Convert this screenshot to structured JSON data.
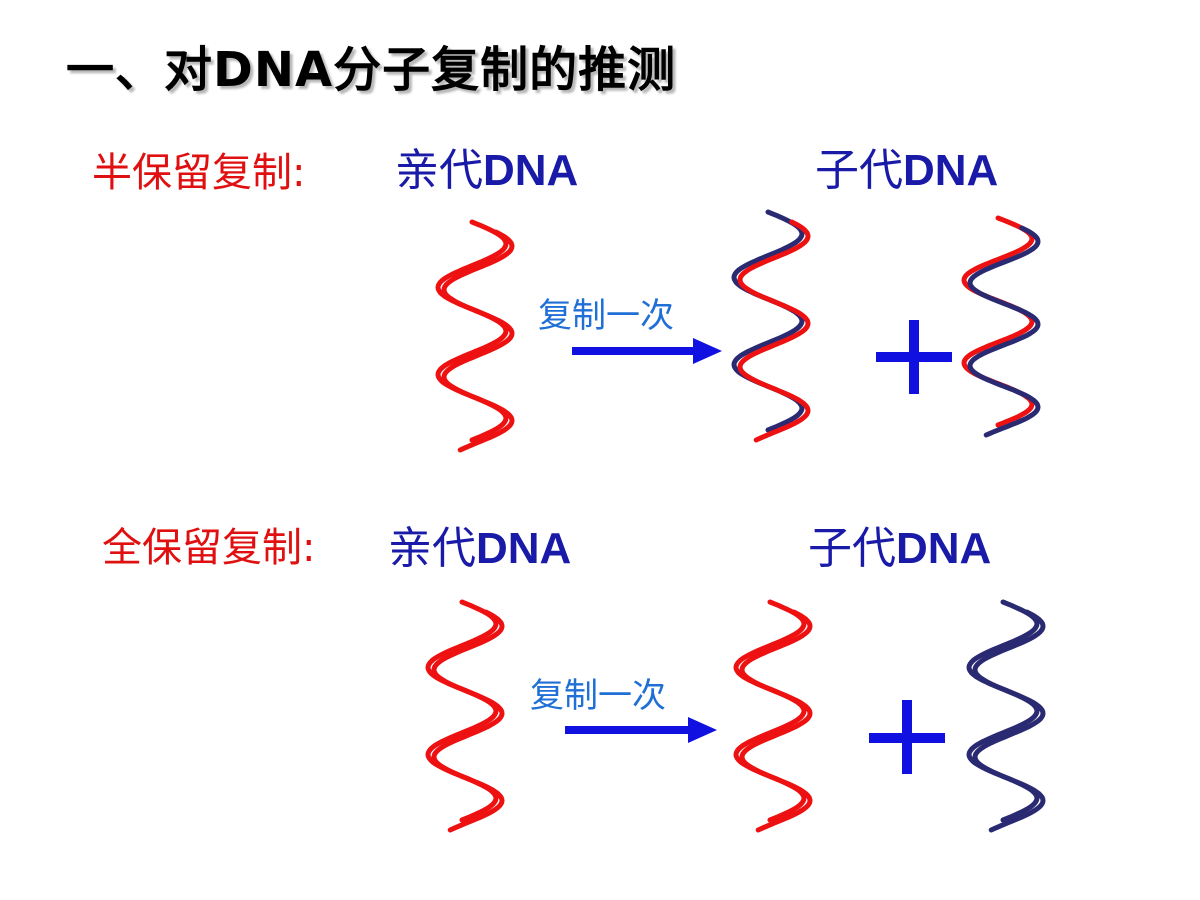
{
  "title": "一、对DNA分子复制的推测",
  "colors": {
    "parent_strand": "#ee1111",
    "new_strand": "#2a2a72",
    "arrow": "#1010e0",
    "label_red": "#e01010",
    "label_blue": "#1a1aa8"
  },
  "semi_conservative": {
    "label": "半保留复制:",
    "parent_prefix": "亲代",
    "parent_suffix": "DNA",
    "offspring_prefix": "子代",
    "offspring_suffix": "DNA",
    "step_text": "复制一次",
    "plus": "+"
  },
  "conservative": {
    "label": "全保留复制:",
    "parent_prefix": "亲代",
    "parent_suffix": "DNA",
    "offspring_prefix": "子代",
    "offspring_suffix": "DNA",
    "step_text": "复制一次",
    "plus": "+"
  }
}
